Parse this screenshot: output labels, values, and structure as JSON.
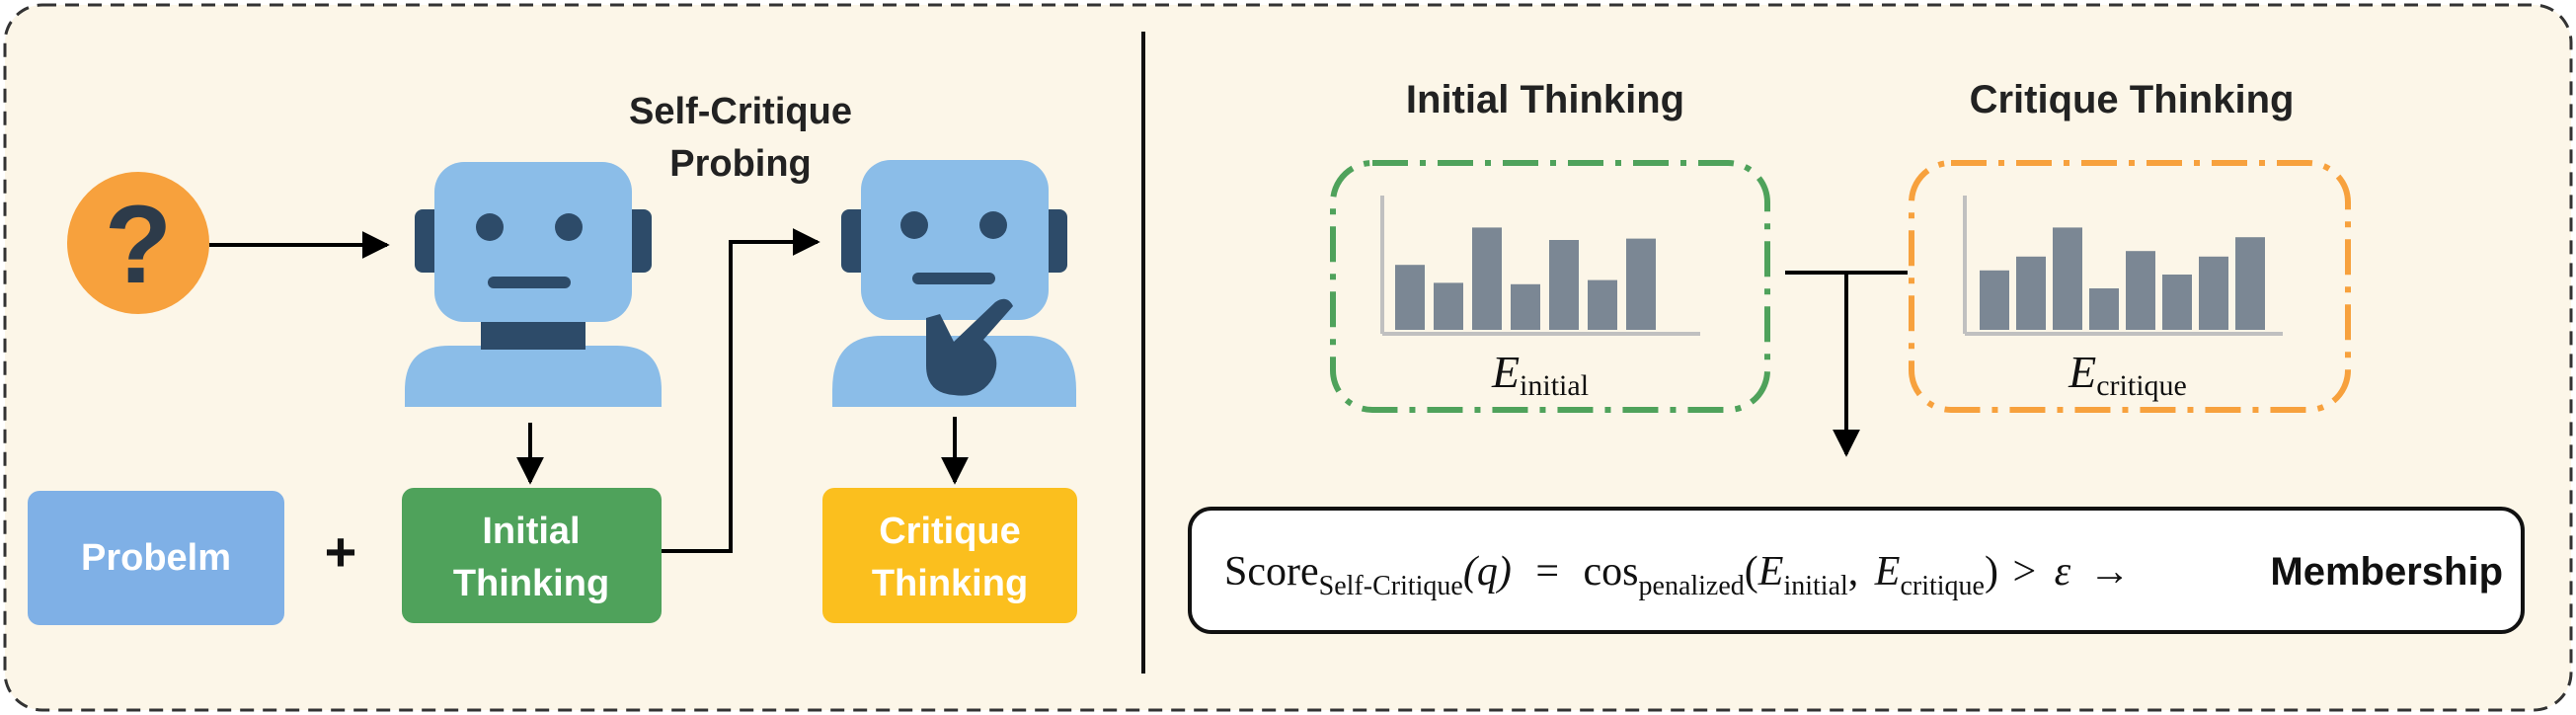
{
  "left": {
    "question_mark": "?",
    "probing_label_line1": "Self-Critique",
    "probing_label_line2": "Probing",
    "plus_sign": "+",
    "problem_box": "Probelm",
    "initial_box_line1": "Initial",
    "initial_box_line2": "Thinking",
    "critique_box_line1": "Critique",
    "critique_box_line2": "Thinking"
  },
  "right": {
    "initial_title": "Initial Thinking",
    "critique_title": "Critique Thinking",
    "e_symbol": "E",
    "initial_subscript": "initial",
    "critique_subscript": "critique",
    "initial_bars": [
      0.47,
      0.34,
      0.74,
      0.33,
      0.65,
      0.36,
      0.66
    ],
    "critique_bars": [
      0.43,
      0.53,
      0.74,
      0.3,
      0.57,
      0.4,
      0.53,
      0.67
    ]
  },
  "formula": {
    "score": "Score",
    "score_sub": "Self-Critique",
    "arg": "(q)",
    "equals": "=",
    "cos": "cos",
    "cos_sub": "penalized",
    "open": "(",
    "e1": "E",
    "e1_sub": "initial",
    "comma": ",",
    "e2": "E",
    "e2_sub": "critique",
    "close": ")",
    "gt": ">",
    "epsilon": "ε",
    "arrow": "→",
    "result": "Membership"
  },
  "colors": {
    "background": "#fcf6e8",
    "orange": "#f7a13d",
    "robot_blue": "#8bbde8",
    "robot_dark": "#2d4b69",
    "problem_blue": "#7fb0e6",
    "green": "#4fa25b",
    "yellow": "#fbbf1e",
    "bar_gray": "#7b8794",
    "dash_green": "#4fa25b",
    "dash_orange": "#f7a13d"
  }
}
